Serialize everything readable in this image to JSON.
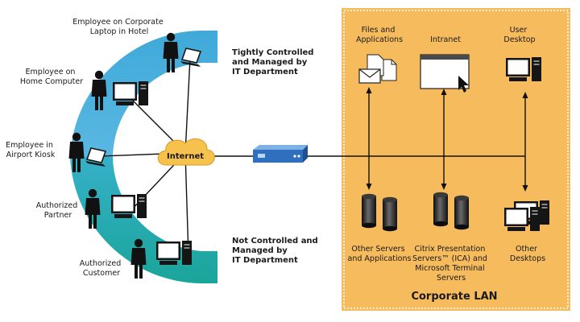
{
  "colors": {
    "arc_top": "#3fa9d9",
    "arc_bottom": "#1aa59a",
    "lan_fill": "#f6bb5d",
    "lan_border": "#ffffff",
    "cloud": "#f7c14d",
    "device": "#2f6fbd",
    "figure": "#111111"
  },
  "remote": {
    "laptop_hotel": [
      "Employee on Corporate",
      "Laptop in Hotel"
    ],
    "home_computer": [
      "Employee on",
      "Home Computer"
    ],
    "airport_kiosk": [
      "Employee in",
      "Airport Kiosk"
    ],
    "partner": [
      "Authorized",
      "Partner"
    ],
    "customer": [
      "Authorized",
      "Customer"
    ]
  },
  "zones": {
    "controlled": [
      "Tightly Controlled",
      "and Managed by",
      "IT Department"
    ],
    "uncontrolled": [
      "Not Controlled and",
      "Managed by",
      "IT Department"
    ]
  },
  "internet_label": "Internet",
  "lan": {
    "title": "Corporate LAN",
    "files": [
      "Files and",
      "Applications"
    ],
    "intranet": [
      "Intranet"
    ],
    "user_desktop": [
      "User",
      "Desktop"
    ],
    "other_servers": [
      "Other Servers",
      "and Applications"
    ],
    "citrix": [
      "Citrix Presentation",
      "Servers™ (ICA) and",
      "Microsoft Terminal",
      "Servers"
    ],
    "other_desktops": [
      "Other",
      "Desktops"
    ]
  },
  "icons": {
    "person": "person-icon",
    "desktop": "desktop-computer-icon",
    "laptop": "laptop-icon",
    "cloud": "internet-cloud-icon",
    "gateway": "access-gateway-appliance-icon",
    "server": "server-cylinder-icon",
    "files": "files-envelope-icon",
    "browser": "browser-window-icon",
    "cursor": "mouse-cursor-icon"
  }
}
